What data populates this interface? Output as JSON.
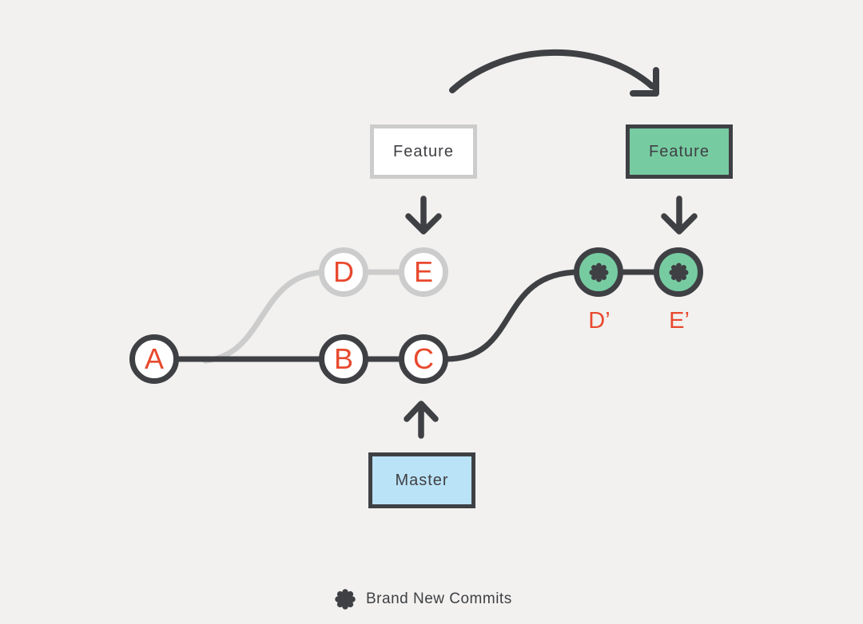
{
  "colors": {
    "background": "#f2f1ef",
    "dark": "#3e4044",
    "light_gray": "#cccccc",
    "red": "#e8492e",
    "green": "#77cba1",
    "blue": "#bbe3f7",
    "white": "#ffffff"
  },
  "boxes": {
    "feature_before": "Feature",
    "feature_after": "Feature",
    "master": "Master"
  },
  "commits": {
    "a": "A",
    "b": "B",
    "c": "C",
    "d": "D",
    "e": "E"
  },
  "rewritten_commits": {
    "d_prime": "D’",
    "e_prime": "E’"
  },
  "legend": {
    "label": "Brand New Commits"
  }
}
